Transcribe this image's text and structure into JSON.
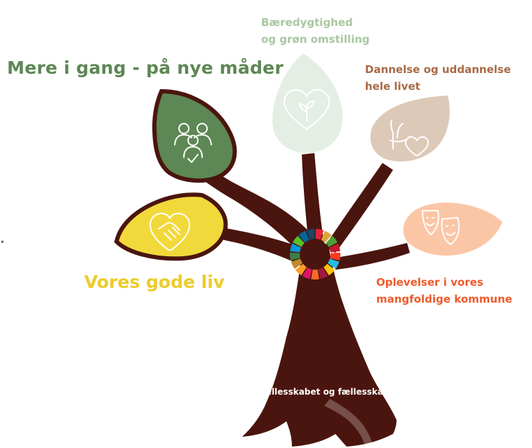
{
  "labels": {
    "mere": "Mere i gang - på nye måder",
    "baeredygtighed": [
      "Bæredygtighed",
      "og grøn omstilling"
    ],
    "dannelse": [
      "Dannelse og uddannelse",
      "hele livet"
    ],
    "vores": "Vores gode liv",
    "oplevelser": [
      "Oplevelser i vores",
      "mangfoldige kommune"
    ],
    "trunk": "Fællesskabet og fællesskaber",
    "stray": "."
  },
  "colors": {
    "trunk": "#4a150e",
    "mere_leaf": "#5d8754",
    "mere_text": "#5d8754",
    "baer_leaf": "#e5eee4",
    "baer_text": "#a8c8a0",
    "dan_leaf": "#ddc9b8",
    "dan_text": "#a86a44",
    "vores_leaf": "#f2d93b",
    "vores_text": "#edcc2a",
    "opl_leaf": "#fbc6a6",
    "opl_text": "#ef5a2c",
    "trunk_text": "#ffffff",
    "sdg_ring": [
      "#e5243b",
      "#dda63a",
      "#4c9f38",
      "#c5192d",
      "#ff3a21",
      "#26bde2",
      "#fcc30b",
      "#a21942",
      "#fd6925",
      "#dd1367",
      "#fd9d24",
      "#bf8b2e",
      "#3f7e44",
      "#0a97d9",
      "#56c02b",
      "#00689d",
      "#19486a"
    ]
  },
  "icons": {
    "mere": "people-group-icon",
    "baer": "heart-sprout-icon",
    "dan": "hand-heart-icon",
    "vores": "heart-handshake-icon",
    "opl": "theater-masks-icon",
    "center": "sdg-wheel-icon"
  }
}
